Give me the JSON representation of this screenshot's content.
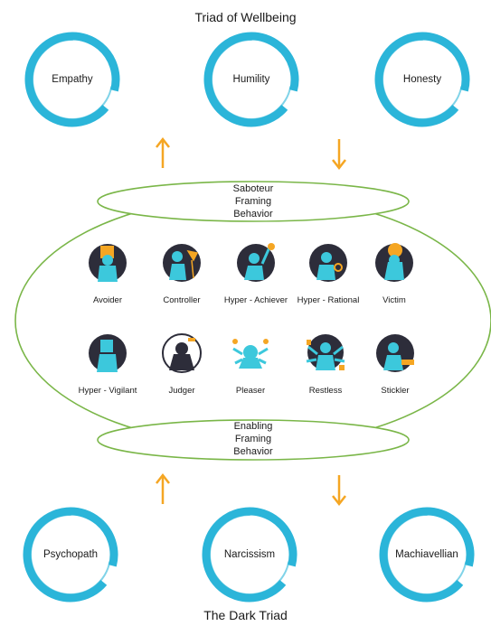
{
  "titles": {
    "top": "Triad of Wellbeing",
    "bottom": "The Dark Triad"
  },
  "wellbeing": [
    "Empathy",
    "Humility",
    "Honesty"
  ],
  "dark": [
    "Psychopath",
    "Narcissism",
    "Machiavellian"
  ],
  "rings": {
    "top": [
      "Saboteur",
      "Framing",
      "Behavior"
    ],
    "bottom": [
      "Enabling",
      "Framing",
      "Behavior"
    ]
  },
  "saboteurs_row1": [
    "Avoider",
    "Controller",
    "Hyper - Achiever",
    "Hyper - Rational",
    "Victim"
  ],
  "saboteurs_row2": [
    "Hyper - Vigilant",
    "Judger",
    "Pleaser",
    "Restless",
    "Stickler"
  ],
  "colors": {
    "ring_blue": "#2bb5d9",
    "ellipse_green": "#7ab648",
    "arrow_orange": "#f5a623",
    "avatar_dark": "#2d2d3a",
    "figure_cyan": "#3cc8dc"
  }
}
